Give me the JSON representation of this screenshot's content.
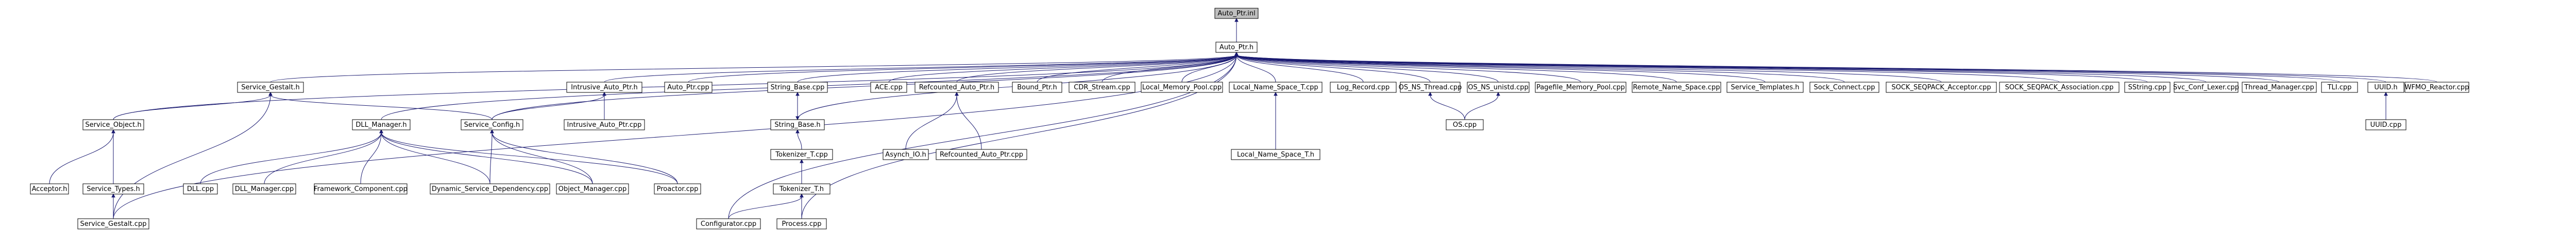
{
  "colors": {
    "root_fill": "#bfbfbf",
    "node_fill": "#ffffff",
    "node_border": "#000000",
    "incomplete_border": "#ff0000",
    "edge": "#191970",
    "text": "#000000"
  },
  "nodes": {
    "root": "Auto_Ptr.inl",
    "auto_ptr_h": "Auto_Ptr.h",
    "service_gestalt_h": "Service_Gestalt.h",
    "service_object_h": "Service_Object.h",
    "acceptor_h": "Acceptor.h",
    "service_types_h": "Service_Types.h",
    "service_gestalt_cpp": "Service_Gestalt.cpp",
    "dll_manager_h": "DLL_Manager.h",
    "dll_cpp": "DLL.cpp",
    "dll_manager_cpp": "DLL_Manager.cpp",
    "framework_component_cpp": "Framework_Component.cpp",
    "service_config_h": "Service_Config.h",
    "dynamic_service_dependency_cpp": "Dynamic_Service_Dependency.cpp",
    "object_manager_cpp": "Object_Manager.cpp",
    "intrusive_auto_ptr_h": "Intrusive_Auto_Ptr.h",
    "intrusive_auto_ptr_cpp": "Intrusive_Auto_Ptr.cpp",
    "proactor_cpp": "Proactor.cpp",
    "auto_ptr_cpp": "Auto_Ptr.cpp",
    "string_base_cpp": "String_Base.cpp",
    "string_base_h": "String_Base.h",
    "tokenizer_t_cpp": "Tokenizer_T.cpp",
    "tokenizer_t_h": "Tokenizer_T.h",
    "configurator_cpp": "Configurator.cpp",
    "process_cpp": "Process.cpp",
    "ace_cpp": "ACE.cpp",
    "refcounted_auto_ptr_h": "Refcounted_Auto_Ptr.h",
    "asynch_io_h": "Asynch_IO.h",
    "refcounted_auto_ptr_cpp": "Refcounted_Auto_Ptr.cpp",
    "bound_ptr_h": "Bound_Ptr.h",
    "cdr_stream_cpp": "CDR_Stream.cpp",
    "local_memory_pool_cpp": "Local_Memory_Pool.cpp",
    "local_name_space_t_cpp": "Local_Name_Space_T.cpp",
    "local_name_space_t_h": "Local_Name_Space_T.h",
    "log_record_cpp": "Log_Record.cpp",
    "os_ns_thread_cpp": "OS_NS_Thread.cpp",
    "os_ns_unistd_cpp": "OS_NS_unistd.cpp",
    "os_cpp": "OS.cpp",
    "pagefile_memory_pool_cpp": "Pagefile_Memory_Pool.cpp",
    "remote_name_space_cpp": "Remote_Name_Space.cpp",
    "service_templates_h": "Service_Templates.h",
    "sock_connect_cpp": "Sock_Connect.cpp",
    "sock_seqpack_acceptor_cpp": "SOCK_SEQPACK_Acceptor.cpp",
    "sock_seqpack_association_cpp": "SOCK_SEQPACK_Association.cpp",
    "sstring_cpp": "SString.cpp",
    "svc_conf_lexer_cpp": "Svc_Conf_Lexer.cpp",
    "thread_manager_cpp": "Thread_Manager.cpp",
    "tli_cpp": "TLI.cpp",
    "uuid_h": "UUID.h",
    "uuid_cpp": "UUID.cpp",
    "wfmo_reactor_cpp": "WFMO_Reactor.cpp"
  }
}
